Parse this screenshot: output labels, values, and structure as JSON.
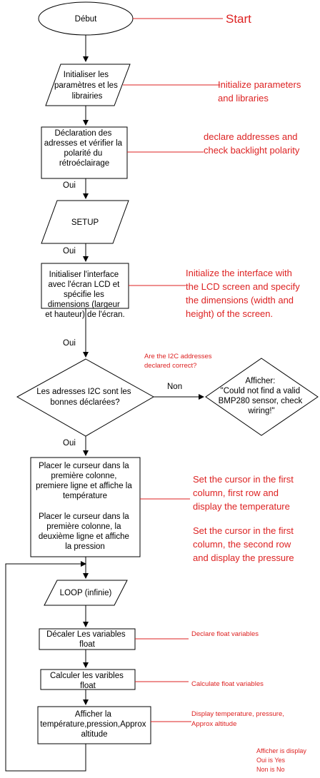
{
  "nodes": {
    "start": "Début",
    "init": [
      "Initialiser les",
      "paramètres et les",
      "librairies"
    ],
    "declare": [
      "Déclaration des",
      "adresses et vérifier la",
      "polarité du",
      "rétroéclairage"
    ],
    "setup": "SETUP",
    "lcd": [
      "Initialiser l'interface",
      "avec l'écran LCD et",
      "spécifie les",
      "dimensions (largeur",
      "et hauteur) de l'écran."
    ],
    "decision": [
      "Les adresses I2C sont les",
      "bonnes déclarées?"
    ],
    "error": [
      "Afficher:",
      "\"Could not find a valid",
      "BMP280 sensor, check",
      "wiring!\""
    ],
    "cursor1": [
      "Placer le curseur dans la",
      "première colonne,",
      "premiere ligne et affiche la",
      "température"
    ],
    "cursor2": [
      "Placer le curseur dans la",
      "première colonne, la",
      "deuxième ligne et affiche",
      "la pression"
    ],
    "loop": "LOOP (infinie)",
    "shift": [
      "Décaler Les variables",
      "float"
    ],
    "calc": [
      "Calculer les varibles",
      "float"
    ],
    "display": [
      "Afficher la",
      "température,pression,Approx",
      "altitude"
    ]
  },
  "edge_labels": {
    "oui1": "Oui",
    "oui2": "Oui",
    "oui3": "Oui",
    "oui4": "Oui",
    "non": "Non"
  },
  "annotations": {
    "start": "Start",
    "init": [
      "Initialize parameters",
      "and libraries"
    ],
    "declare": [
      "declare addresses and",
      "check backlight polarity"
    ],
    "lcd": [
      "Initialize the interface with",
      "the LCD screen and specify",
      "the dimensions (width and",
      "height) of the screen."
    ],
    "decision": [
      "Are the I2C addresses",
      "declared correct?"
    ],
    "cursor1": [
      "Set the cursor in the first",
      "column, first row and",
      "display the temperature"
    ],
    "cursor2": [
      "Set the cursor in the first",
      "column, the second row",
      "and display the pressure"
    ],
    "shift": "Declare float variables",
    "calc": "Calculate float variables",
    "display": [
      "Display temperature, pressure,",
      "Approx altitude"
    ],
    "legend": [
      "Afficher is display",
      "Oui is Yes",
      "Non is No"
    ]
  },
  "colors": {
    "annotation": "#dd2222",
    "stroke": "#000000"
  }
}
